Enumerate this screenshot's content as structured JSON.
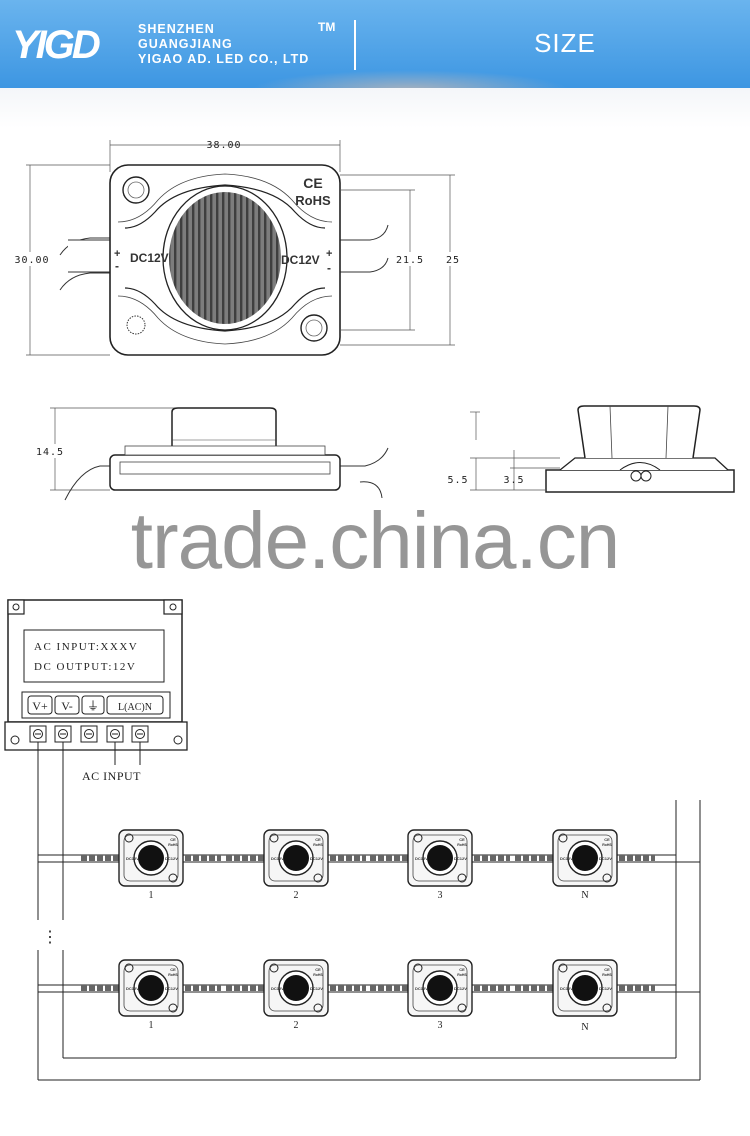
{
  "header": {
    "company_lines": [
      "SHENZHEN",
      "GUANGJIANG",
      "YIGAO AD. LED CO., LTD"
    ],
    "trademark": "TM",
    "section_title": "SIZE",
    "logo_text": "YIGD",
    "colors": {
      "header_top": "#6ab4ee",
      "header_bottom": "#3d96e2"
    }
  },
  "dimensions": {
    "width": "38.00",
    "height": "30.00",
    "lens_height": "21.5",
    "inner_height": "25",
    "side_height": "14.5",
    "right_total": "5.5",
    "right_base": "3.5"
  },
  "module_markings": {
    "ce": "CE",
    "rohs": "RoHS",
    "voltage": "DC12V",
    "plus": "+",
    "minus": "-"
  },
  "watermark": "trade.china.cn",
  "power_supply": {
    "ac_input": "AC INPUT:XXXV",
    "dc_output": "DC OUTPUT:12V",
    "terminals": [
      "V+",
      "V-",
      "⏚",
      "L(AC)N"
    ],
    "input_label": "AC INPUT"
  },
  "chain_labels": [
    "1",
    "2",
    "3",
    "N"
  ]
}
